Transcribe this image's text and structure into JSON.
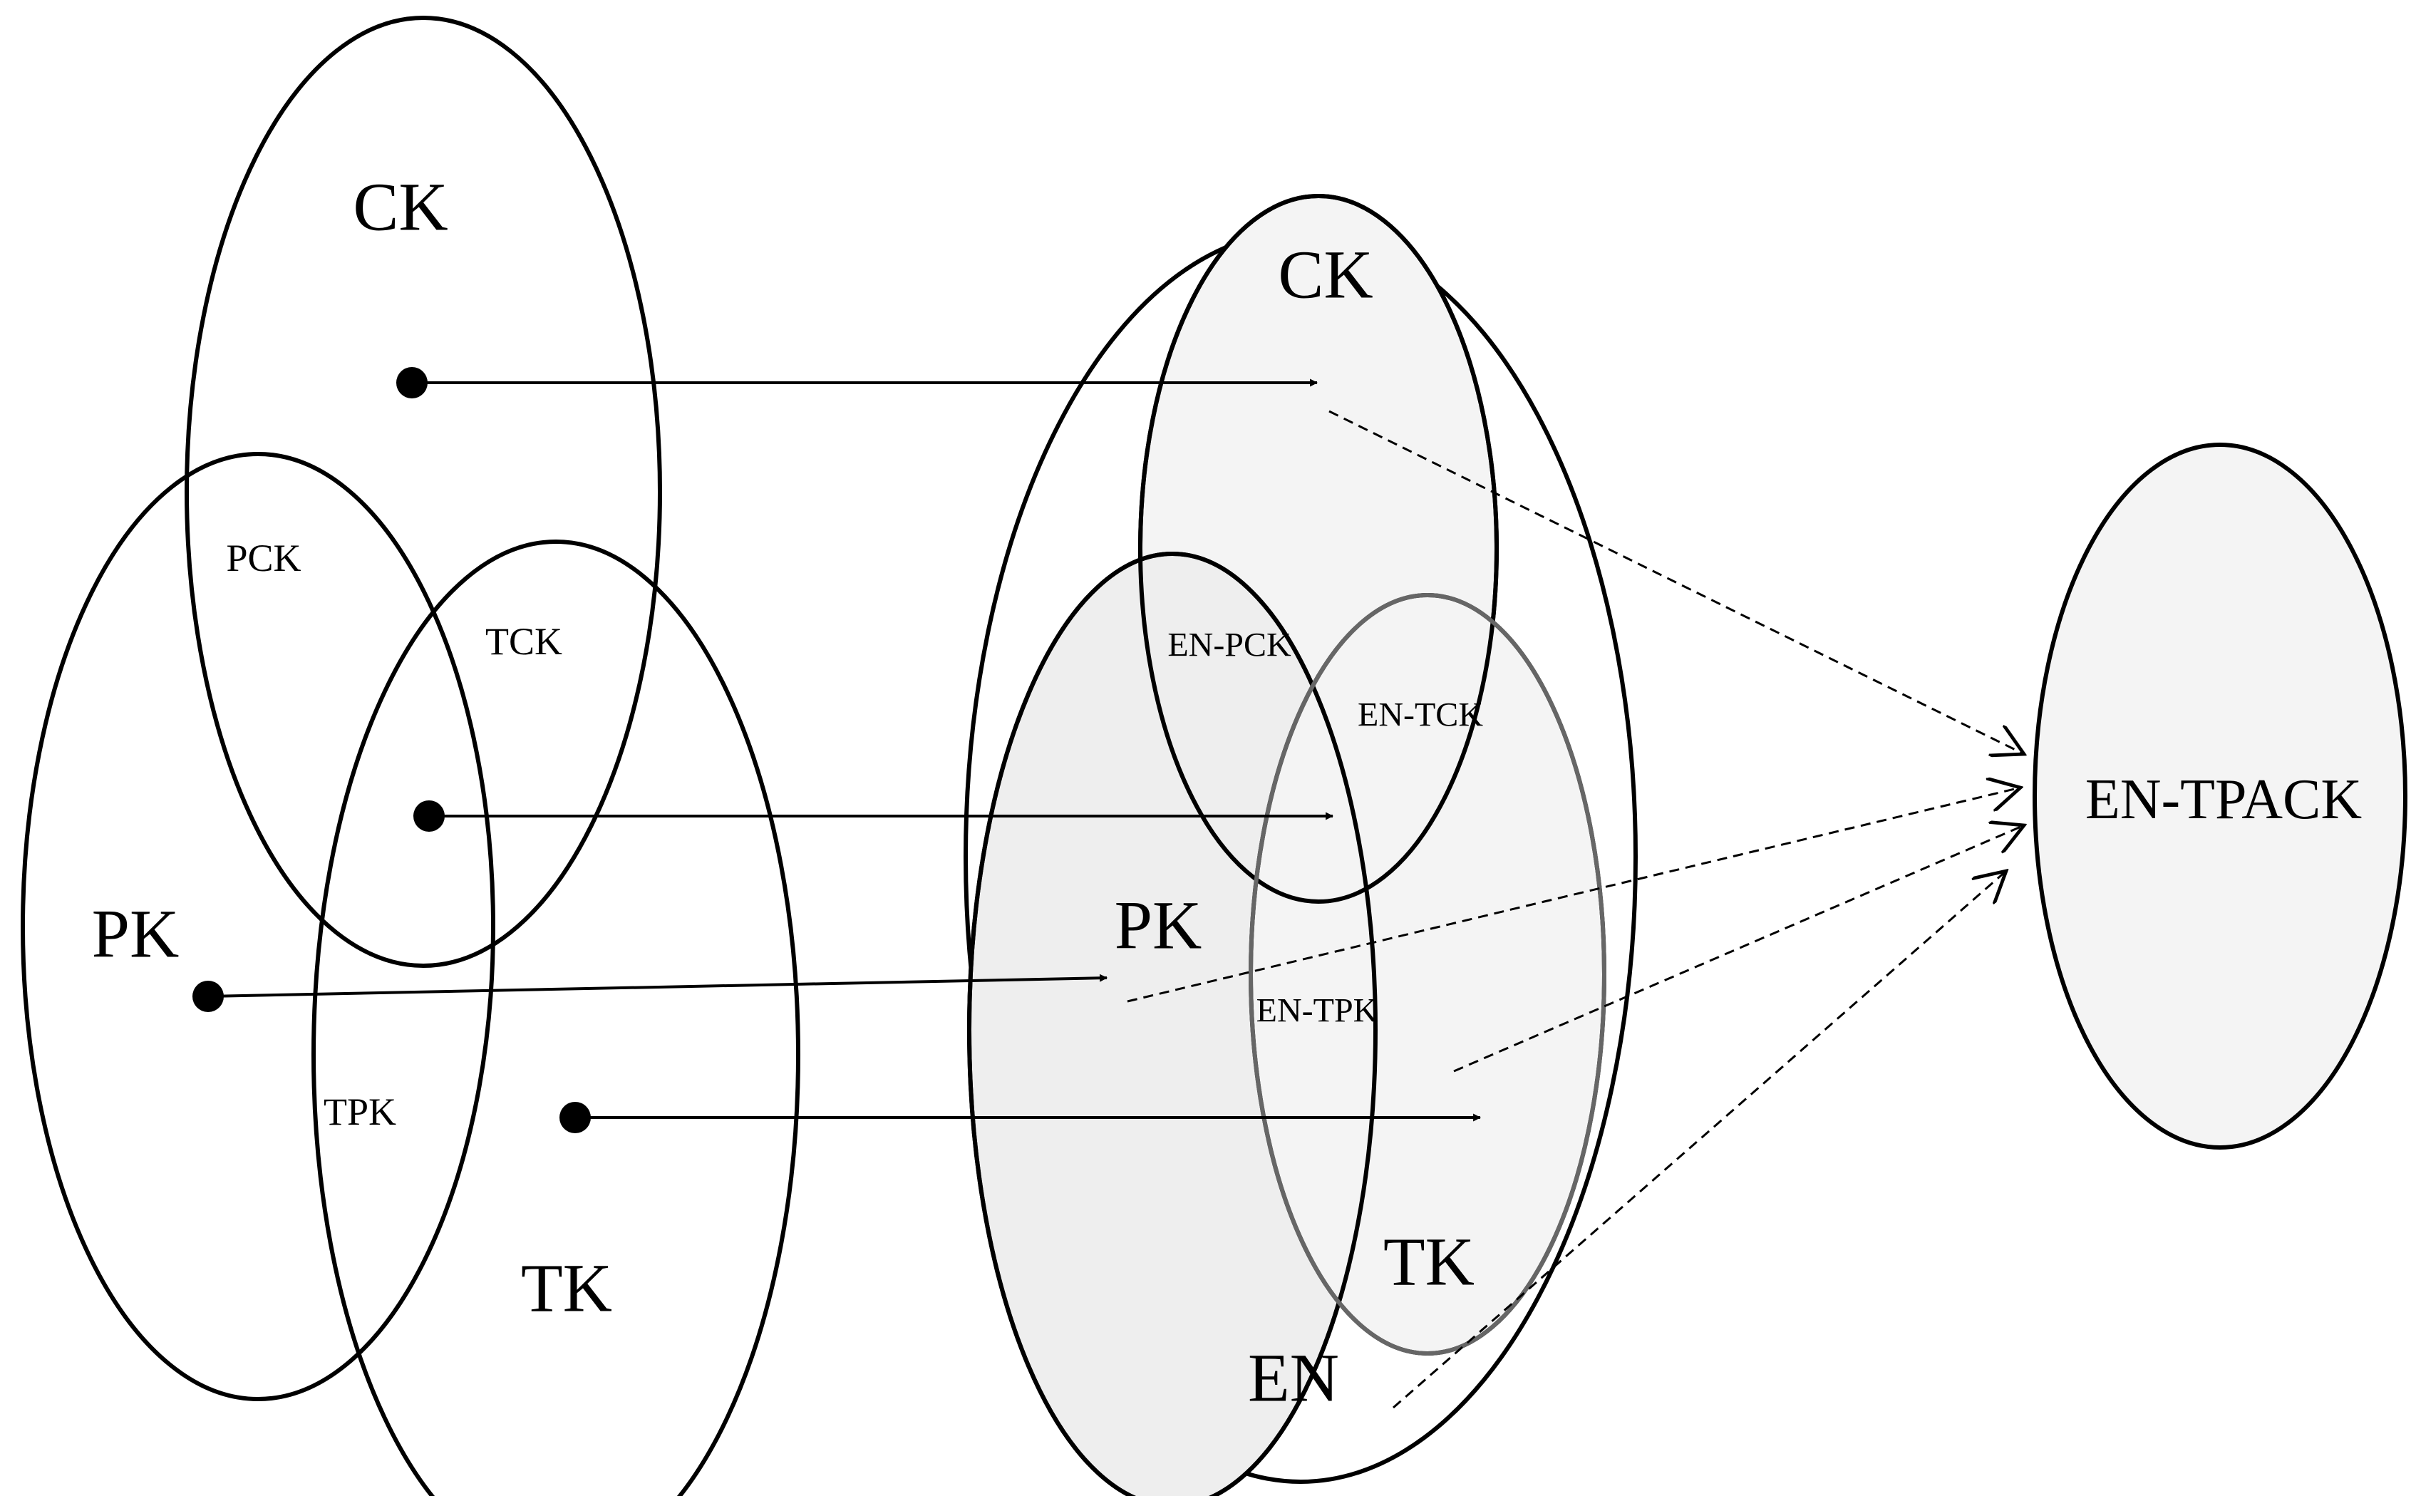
{
  "left_venn": {
    "circles": [
      "CK",
      "PK",
      "TK"
    ],
    "intersections": [
      "PCK",
      "TCK",
      "TPK"
    ]
  },
  "middle_venn": {
    "container": "EN",
    "circles": [
      "CK",
      "PK",
      "TK"
    ],
    "intersections": [
      "EN-PCK",
      "EN-TCK",
      "EN-TPK"
    ]
  },
  "result": "EN-TPACK"
}
